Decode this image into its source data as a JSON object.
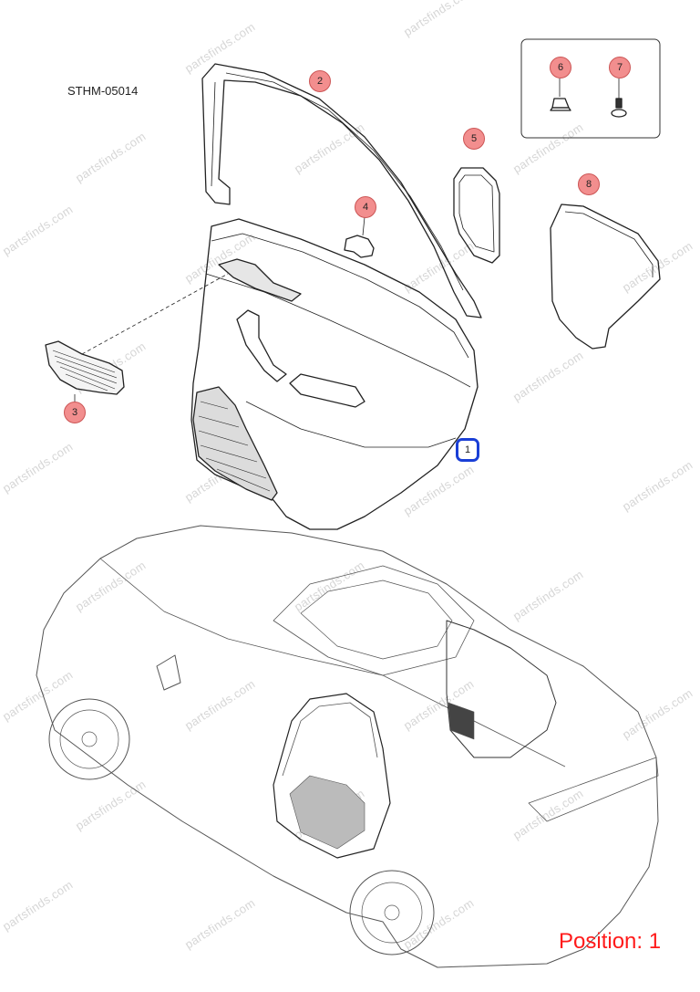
{
  "diagram_code": "STHM-05014",
  "position_label": "Position: 1",
  "watermark": "partsfinds.com",
  "callouts": [
    "1",
    "2",
    "3",
    "4",
    "5",
    "6",
    "7",
    "8"
  ],
  "colors": {
    "callout_fill": "#f28e8e",
    "active_border": "#1a3fd6",
    "position_text": "#ff1a1a"
  }
}
